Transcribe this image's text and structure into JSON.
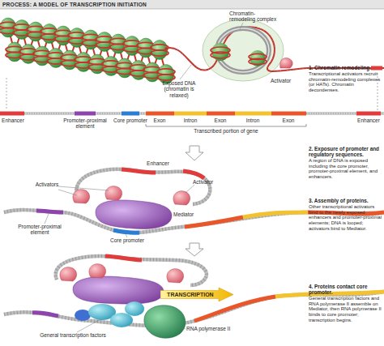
{
  "diagram": {
    "title": "PROCESS: A MODEL OF TRANSCRIPTION INITIATION",
    "nodes": [
      {
        "text": [
          "TRANSCRIPTION"
        ]
      }
    ],
    "labels": [
      "Chromatin-remodeling complex",
      "Activator",
      "Exposed DNA (chromatin is relaxed)",
      "1. Chromatin remodeling.",
      "Transcriptional activators recruit chromatin-remodeling complexes (or HATs). Chromatin decondenses.",
      "Enhancer",
      "Promoter-proximal element",
      "Core promoter",
      "Exon",
      "Intron",
      "Exon",
      "Intron",
      "Exon",
      "Enhancer",
      "Transcribed portion of gene",
      "2. Exposure of promoter and regulatory sequences.",
      "A region of DNA is exposed including the core promoter, promoter-proximal element, and enhancers.",
      "Enhancer",
      "Activators",
      "Activator",
      "Mediator",
      "Promoter-proximal element",
      "Core promoter",
      "3. Assembly of proteins.",
      "Other transcriptional activators bind to the newly exposed enhancers and promoter-proximal elements; DNA is looped; activators bind to Mediator.",
      "General transcription factors",
      "RNA polymerase II",
      "4. Proteins contact core promoter.",
      "General transcription factors and RNA polymerase II assemble on Mediator, then RNA polymerase II binds to core promoter; transcription begins."
    ]
  }
}
